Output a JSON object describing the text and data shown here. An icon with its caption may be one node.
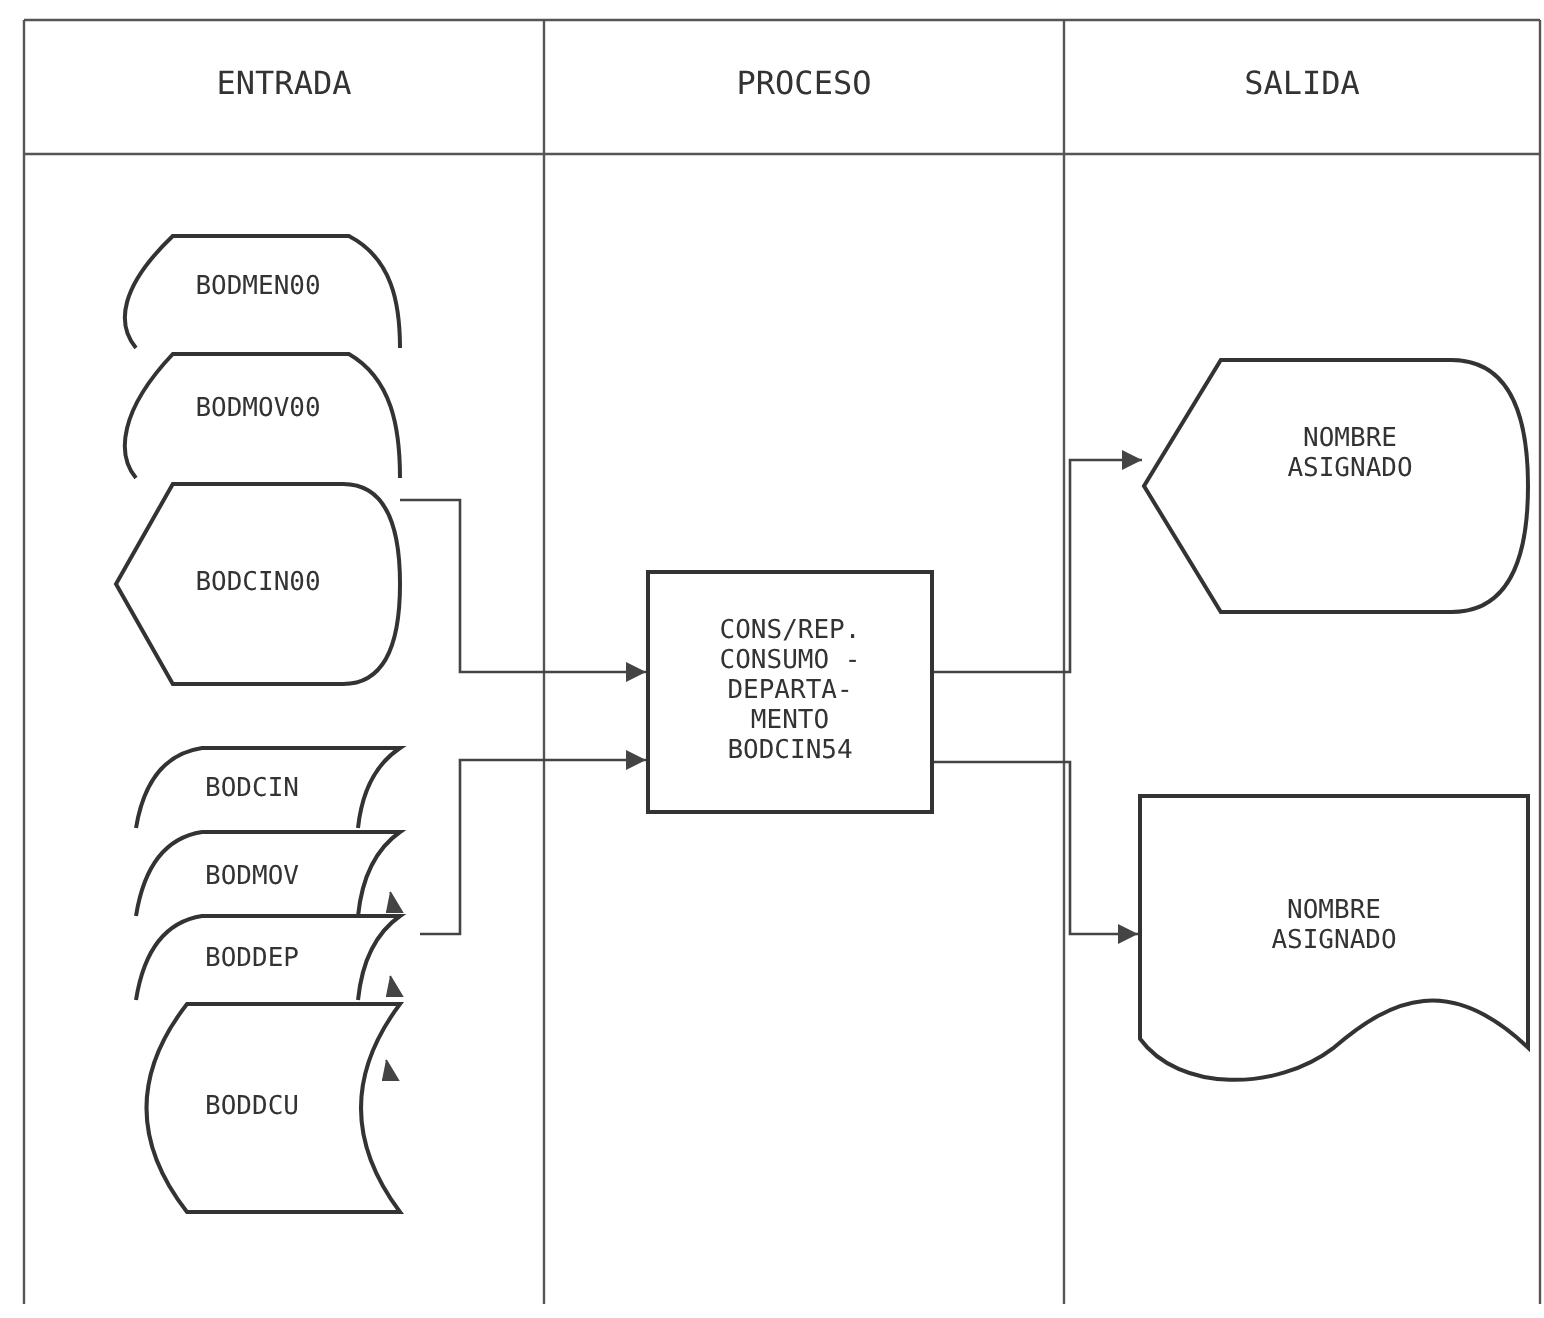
{
  "diagram": {
    "nodes": [
      {
        "text": [
          "BODMEN00"
        ]
      },
      {
        "text": [
          "BODMOV00"
        ]
      },
      {
        "text": [
          "BODCIN00"
        ]
      },
      {
        "text": [
          "BODCIN"
        ]
      },
      {
        "text": [
          "BODMOV"
        ]
      },
      {
        "text": [
          "BODDEP"
        ]
      },
      {
        "text": [
          "BODDCU"
        ]
      },
      {
        "text": [
          "CONS/REP. CONSUMO - DEPARTA- MENTO BODCIN54"
        ]
      },
      {
        "text": [
          "NOMBRE ASIGNADO"
        ]
      },
      {
        "text": [
          "NOMBRE ASIGNADO"
        ]
      }
    ],
    "edges": [
      {
        "from": 2,
        "to": 7,
        "arrow": "to"
      },
      {
        "from": 4,
        "to": 7,
        "arrow": "to"
      },
      {
        "from": 7,
        "to": 8,
        "arrow": "to"
      },
      {
        "from": 7,
        "to": 9,
        "arrow": "to"
      }
    ],
    "labels": [
      "ENTRADA",
      "PROCESO",
      "SALIDA"
    ]
  }
}
